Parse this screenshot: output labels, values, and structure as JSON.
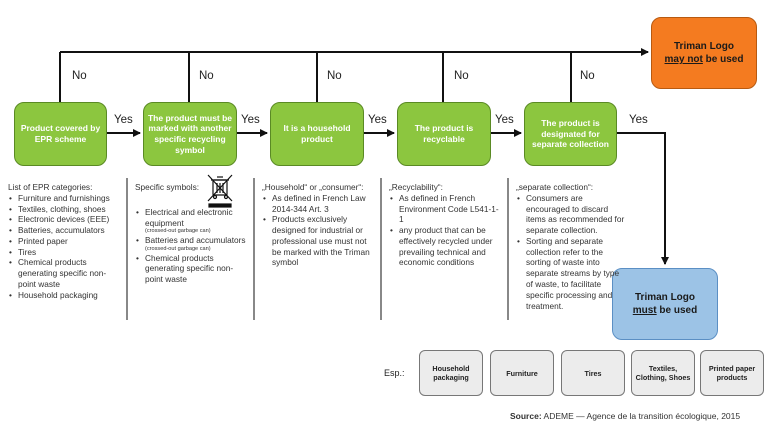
{
  "boxes": {
    "epr": "Product covered by EPR scheme",
    "marked": "The product must be marked with another specific recycling symbol",
    "household": "It is a household product",
    "recyclable": "The product is recyclable",
    "separate": "The product is designated for separate collection"
  },
  "outcome_not": {
    "line1": "Triman Logo",
    "emph": "may not",
    "rest": " be used"
  },
  "outcome_must": {
    "line1": "Triman Logo",
    "emph": "must",
    "rest": " be used"
  },
  "labels": {
    "yes": "Yes",
    "no": "No"
  },
  "col1": {
    "title": "List of EPR categories:",
    "items": [
      "Furniture and furnishings",
      "Textiles, clothing, shoes",
      "Electronic devices (EEE)",
      "Batteries, accumulators",
      "Printed paper",
      "Tires",
      "Chemical products generating specific non-point waste",
      "Household packaging"
    ]
  },
  "col2": {
    "title": "Specific symbols:",
    "items": [
      {
        "text": "Electrical and electronic equipment",
        "note": "(crossed-out garbage can)"
      },
      {
        "text": "Batteries and accumulators",
        "note": "(crossed-out garbage can)"
      },
      {
        "text": "Chemical products generating specific non-point waste",
        "note": ""
      }
    ]
  },
  "col3": {
    "title": "„Household“ or „consumer“:",
    "items": [
      "As defined in French Law 2014-344 Art. 3",
      "Products exclusively designed for industrial or professional use must not be marked with the Triman symbol"
    ]
  },
  "col4": {
    "title": "„Recyclability“:",
    "items": [
      "As defined in French Environment Code L541-1-1",
      "any product that can be effectively recycled under prevailing technical and economic conditions"
    ]
  },
  "col5": {
    "title": "„separate collection“:",
    "items": [
      "Consumers are encouraged to discard items as recommended for separate collection.",
      "Sorting and separate collection refer to the sorting of waste into separate streams by type of waste, to facilitate specific processing and treatment."
    ]
  },
  "examples": {
    "label": "Esp.:",
    "items": [
      "Household packaging",
      "Furniture",
      "Tires",
      "Textiles, Clothing, Shoes",
      "Printed paper products"
    ]
  },
  "source": {
    "label": "Source:",
    "text": " ADEME — Agence de la transition écologique, 2015"
  },
  "colors": {
    "green": "#8cc63f",
    "orange": "#f47b20",
    "blue": "#9cc3e6",
    "line": "#111111"
  }
}
